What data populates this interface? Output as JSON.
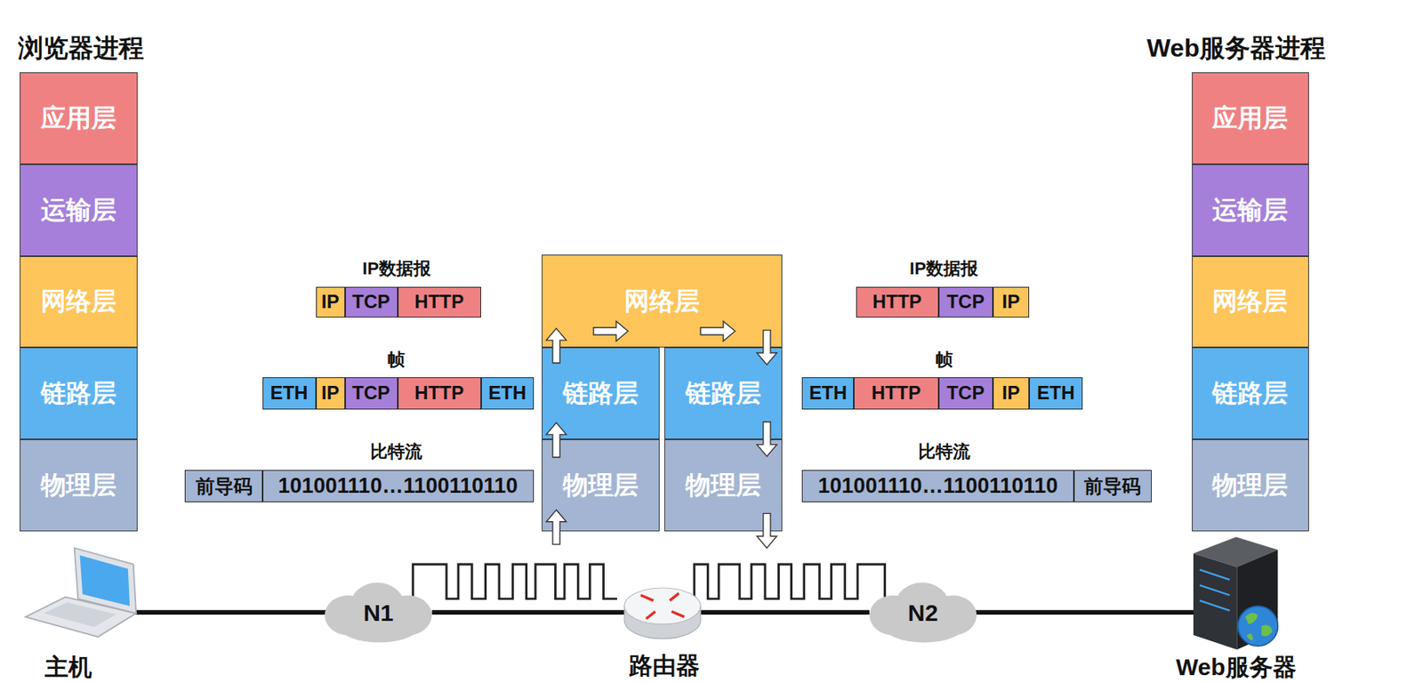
{
  "diagram": {
    "nodes": [
      {
        "text": [
          "应用层"
        ]
      },
      {
        "text": [
          "运输层"
        ]
      },
      {
        "text": [
          "网络层"
        ]
      },
      {
        "text": [
          "链路层"
        ]
      },
      {
        "text": [
          "物理层"
        ]
      },
      {
        "text": [
          "网络层"
        ]
      },
      {
        "text": [
          "链路层"
        ]
      },
      {
        "text": [
          "链路层"
        ]
      },
      {
        "text": [
          "物理层"
        ]
      },
      {
        "text": [
          "物理层"
        ]
      },
      {
        "text": [
          "应用层"
        ]
      },
      {
        "text": [
          "运输层"
        ]
      },
      {
        "text": [
          "网络层"
        ]
      },
      {
        "text": [
          "链路层"
        ]
      },
      {
        "text": [
          "物理层"
        ]
      },
      {
        "text": [
          "IP"
        ]
      },
      {
        "text": [
          "TCP"
        ]
      },
      {
        "text": [
          "HTTP"
        ]
      },
      {
        "text": [
          "ETH"
        ]
      },
      {
        "text": [
          "IP"
        ]
      },
      {
        "text": [
          "TCP"
        ]
      },
      {
        "text": [
          "HTTP"
        ]
      },
      {
        "text": [
          "ETH"
        ]
      },
      {
        "text": [
          "前导码"
        ]
      },
      {
        "text": [
          "101001110…1100110110"
        ]
      },
      {
        "text": [
          "HTTP"
        ]
      },
      {
        "text": [
          "TCP"
        ]
      },
      {
        "text": [
          "IP"
        ]
      },
      {
        "text": [
          "ETH"
        ]
      },
      {
        "text": [
          "HTTP"
        ]
      },
      {
        "text": [
          "TCP"
        ]
      },
      {
        "text": [
          "IP"
        ]
      },
      {
        "text": [
          "ETH"
        ]
      },
      {
        "text": [
          "101001110…1100110110"
        ]
      },
      {
        "text": [
          "前导码"
        ]
      },
      {
        "text": [
          "N1"
        ]
      },
      {
        "text": [
          "N2"
        ]
      }
    ],
    "edges": [
      {
        "from": 35,
        "to": 36,
        "arrow": "none"
      }
    ],
    "labels": [
      "浏览器进程",
      "Web服务器进程",
      "IP数据报",
      "IP数据报",
      "帧",
      "帧",
      "比特流",
      "比特流",
      "主机",
      "路由器",
      "Web服务器"
    ]
  }
}
